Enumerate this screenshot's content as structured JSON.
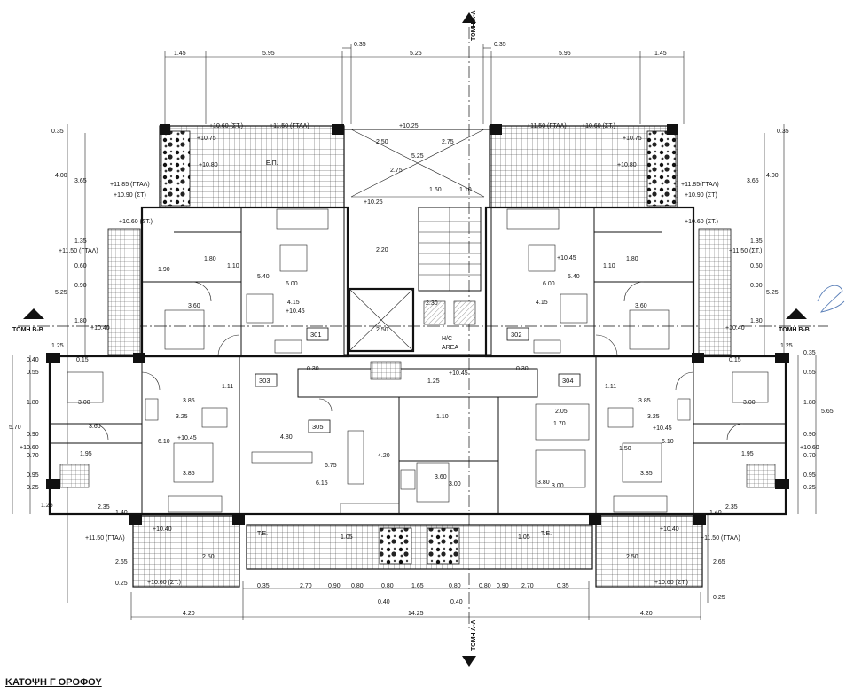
{
  "drawing_title": "ΚΑΤΟΨΗ Γ ΟΡΟΦΟΥ",
  "sections": {
    "aa_top": "ΤΟΜΗ Α-Α",
    "aa_bottom": "ΤΟΜΗ Α-Α",
    "bb_left": "ΤΟΜΗ Β-Β",
    "bb_right": "ΤΟΜΗ Β-Β"
  },
  "apartments": [
    "301",
    "302",
    "303",
    "304",
    "305"
  ],
  "labels": {
    "hc": "H/C",
    "area": "AREA",
    "te1": "T.E.",
    "te2": "T.E.",
    "ep": "Ε.Π."
  },
  "top_dims": [
    "1.45",
    "5.95",
    "5.25",
    "5.95",
    "1.45"
  ],
  "top_small": [
    "0.35",
    "0.35"
  ],
  "bottom_dims_a": [
    "0.35",
    "2.70",
    "0.90",
    "0.80",
    "0.80",
    "1.65",
    "0.80",
    "0.80",
    "0.90",
    "2.70",
    "0.35"
  ],
  "bottom_dims_b": [
    "4.20",
    "14.25",
    "4.20"
  ],
  "bottom_small": [
    "0.40",
    "0.40"
  ],
  "left_dims": [
    "0.35",
    "4.00",
    "3.65",
    "1.35",
    "5.25",
    "0.60",
    "0.90",
    "1.80",
    "1.25",
    "0.40",
    "0.55",
    "1.80",
    "5.70",
    "0.90",
    "0.70",
    "0.95",
    "0.25",
    "1.25",
    "2.65",
    "0.25"
  ],
  "right_dims": [
    "0.35",
    "4.00",
    "3.65",
    "1.35",
    "5.25",
    "0.60",
    "0.90",
    "1.80",
    "1.25",
    "0.35",
    "0.55",
    "1.80",
    "5.65",
    "0.90",
    "0.70",
    "0.95",
    "0.25",
    "2.65",
    "0.25"
  ],
  "levels": {
    "l1": "+10.60 (ΣΤ.)",
    "l2": "+11.50 (ΓΤΑΛ)",
    "l3": "+10.25",
    "l4": "+11.50 (ΓΤΑΛ)",
    "l5": "+10.60 (ΣΤ.)",
    "l6": "+10.75",
    "l7": "+10.75",
    "l8": "+11.85 (ΓΤΑΛ)",
    "l9": "+10.90 (ΣΤ)",
    "l10": "+11.85(ΓΤΑΛ)",
    "l11": "+10.90 (ΣΤ)",
    "l12": "+10.60 (ΣΤ.)",
    "l13": "+10.60 (ΣΤ.)",
    "l14": "+11.50 (ΓΤΑΛ)",
    "l15": "+11.50 (ΣΤ.)",
    "l16": "+10.45",
    "l17": "+10.45",
    "l18": "+10.40",
    "l19": "+10.40",
    "l20": "+10.45",
    "l21": "+10.45",
    "l22": "+10.45",
    "l23": "+10.60",
    "l24": "+10.60",
    "l25": "+11.50 (ΓΤΑΛ)",
    "l26": "+11.50 (ΓΤΑΛ)",
    "l27": "+10.60 (ΣΤ.)",
    "l28": "+10.60 (ΣΤ.)",
    "l29": "+10.40",
    "l30": "+10.40",
    "l31": "+10.25",
    "l32": "+10.80",
    "l33": "+10.80"
  },
  "room_dims": {
    "r1": "6.00",
    "r2": "5.40",
    "r3": "4.15",
    "r4": "3.60",
    "r5": "1.80",
    "r6": "1.10",
    "r7": "6.00",
    "r8": "5.40",
    "r9": "4.15",
    "r10": "3.60",
    "r11": "1.80",
    "r12": "1.10",
    "r13": "3.85",
    "r14": "3.25",
    "r15": "6.10",
    "r16": "3.00",
    "r17": "3.60",
    "r18": "3.85",
    "r19": "3.85",
    "r20": "3.25",
    "r21": "6.10",
    "r22": "3.00",
    "r23": "3.85",
    "r24": "1.95",
    "r25": "4.80",
    "r26": "6.75",
    "r27": "6.15",
    "r28": "4.20",
    "r29": "1.10",
    "r30": "3.60",
    "r31": "3.00",
    "r32": "3.80",
    "r33": "3.00",
    "r34": "2.50",
    "r35": "2.75",
    "r36": "5.25",
    "r37": "2.75",
    "r38": "1.60",
    "r39": "1.10",
    "r40": "2.30",
    "r41": "2.50",
    "r42": "0.30",
    "r43": "0.30",
    "r44": "1.25",
    "r45": "1.95",
    "r46": "2.20",
    "r47": "2.05",
    "r48": "1.70",
    "r49": "1.50",
    "r50": "1.11",
    "r51": "1.11",
    "r52": "2.35",
    "r53": "1.40",
    "r54": "2.35",
    "r55": "1.40",
    "r56": "0.15",
    "r57": "0.15",
    "r58": "1.05",
    "r59": "1.05",
    "r60": "2.50",
    "r61": "2.50",
    "r62": "1.90"
  }
}
